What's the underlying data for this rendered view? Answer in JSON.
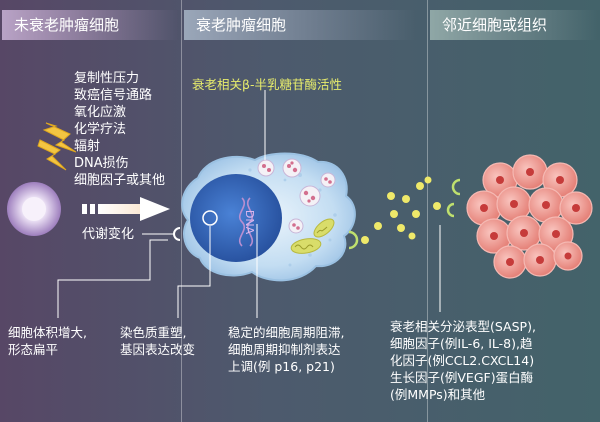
{
  "panels": {
    "left": {
      "title": "未衰老肿瘤细胞"
    },
    "middle": {
      "title": "衰老肿瘤细胞"
    },
    "right": {
      "title": "邻近细胞或组织"
    }
  },
  "stressors": [
    "复制性压力",
    "致癌信号通路",
    "氧化应激",
    "化学疗法",
    "辐射",
    "DNA损伤",
    "细胞因子或其他"
  ],
  "metabolic_change": "代谢变化",
  "enzyme_activity": "衰老相关β-半乳糖苷酶活性",
  "nucleus_label": "DNA",
  "annotations": {
    "cell_shape": [
      "细胞体积增大,",
      "形态扁平"
    ],
    "chromatin": [
      "染色质重塑,",
      "基因表达改变"
    ],
    "cell_cycle": [
      "稳定的细胞周期阻滞,",
      "细胞周期抑制剂表达",
      "上调(例 p16, p21)"
    ],
    "sasp": [
      "衰老相关分泌表型(SASP),",
      "细胞因子(例IL-6, IL-8),趋",
      "化因子(例CCL2.CXCL14)",
      "生长因子(例VEGF)蛋白酶",
      "(例MMPs)和其他"
    ]
  },
  "colors": {
    "panel_bar_left": "#b9a3c6",
    "panel_bar_middle": "#9aa7b9",
    "panel_bar_right": "#8fa7a6",
    "senescent_cell": "#c2dcf1",
    "nucleus": "#3b6fc2",
    "secreted_particles": "#efe96a",
    "tumor_cluster": "#ef9c95",
    "enzyme_text": "#e7ec6c"
  }
}
